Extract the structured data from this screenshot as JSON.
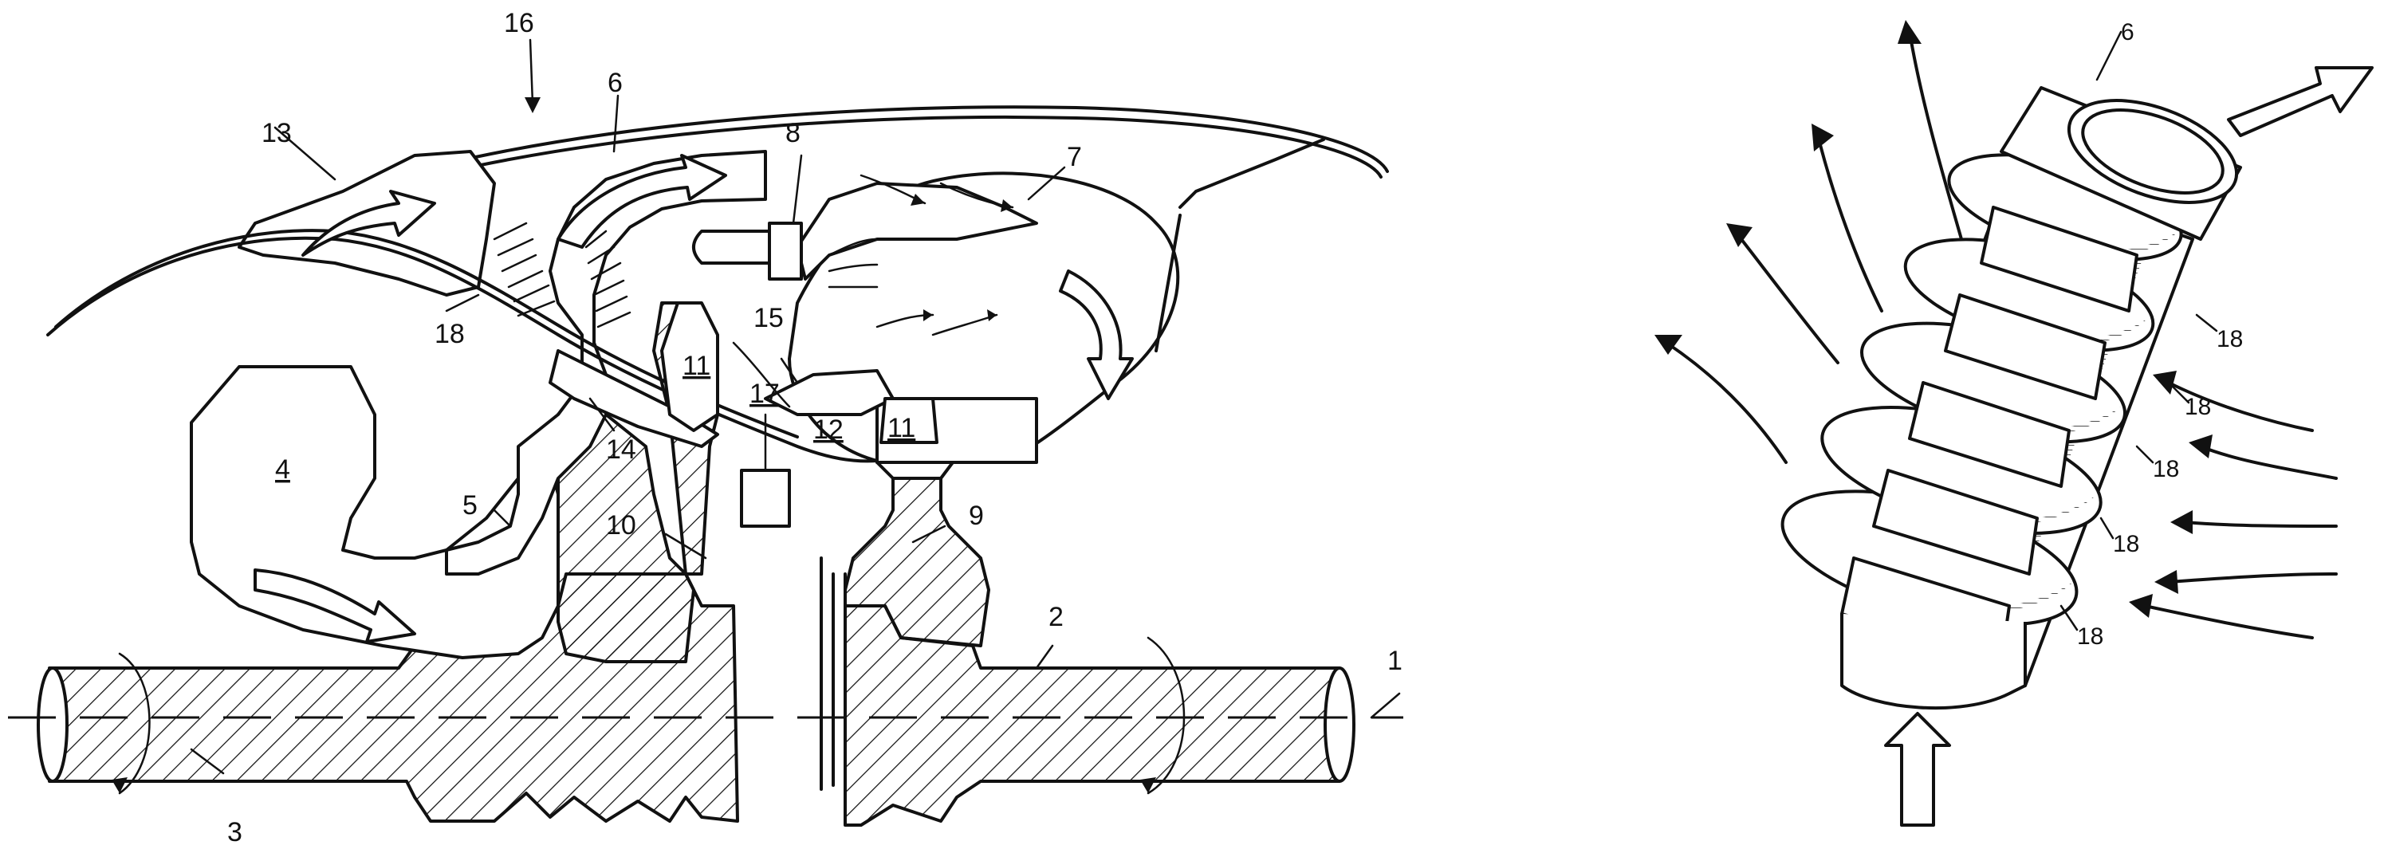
{
  "figure_left": {
    "labels": {
      "l1": "1",
      "l2": "2",
      "l3": "3",
      "l4": "4",
      "l5": "5",
      "l6": "6",
      "l7": "7",
      "l8": "8",
      "l9": "9",
      "l10": "10",
      "l11a": "11",
      "l11b": "11",
      "l12": "12",
      "l13": "13",
      "l14": "14",
      "l15": "15",
      "l16": "16",
      "l17": "17",
      "l18": "18"
    }
  },
  "figure_right": {
    "labels": {
      "l6": "6",
      "l18a": "18",
      "l18b": "18",
      "l18c": "18",
      "l18d": "18",
      "l18e": "18"
    }
  }
}
